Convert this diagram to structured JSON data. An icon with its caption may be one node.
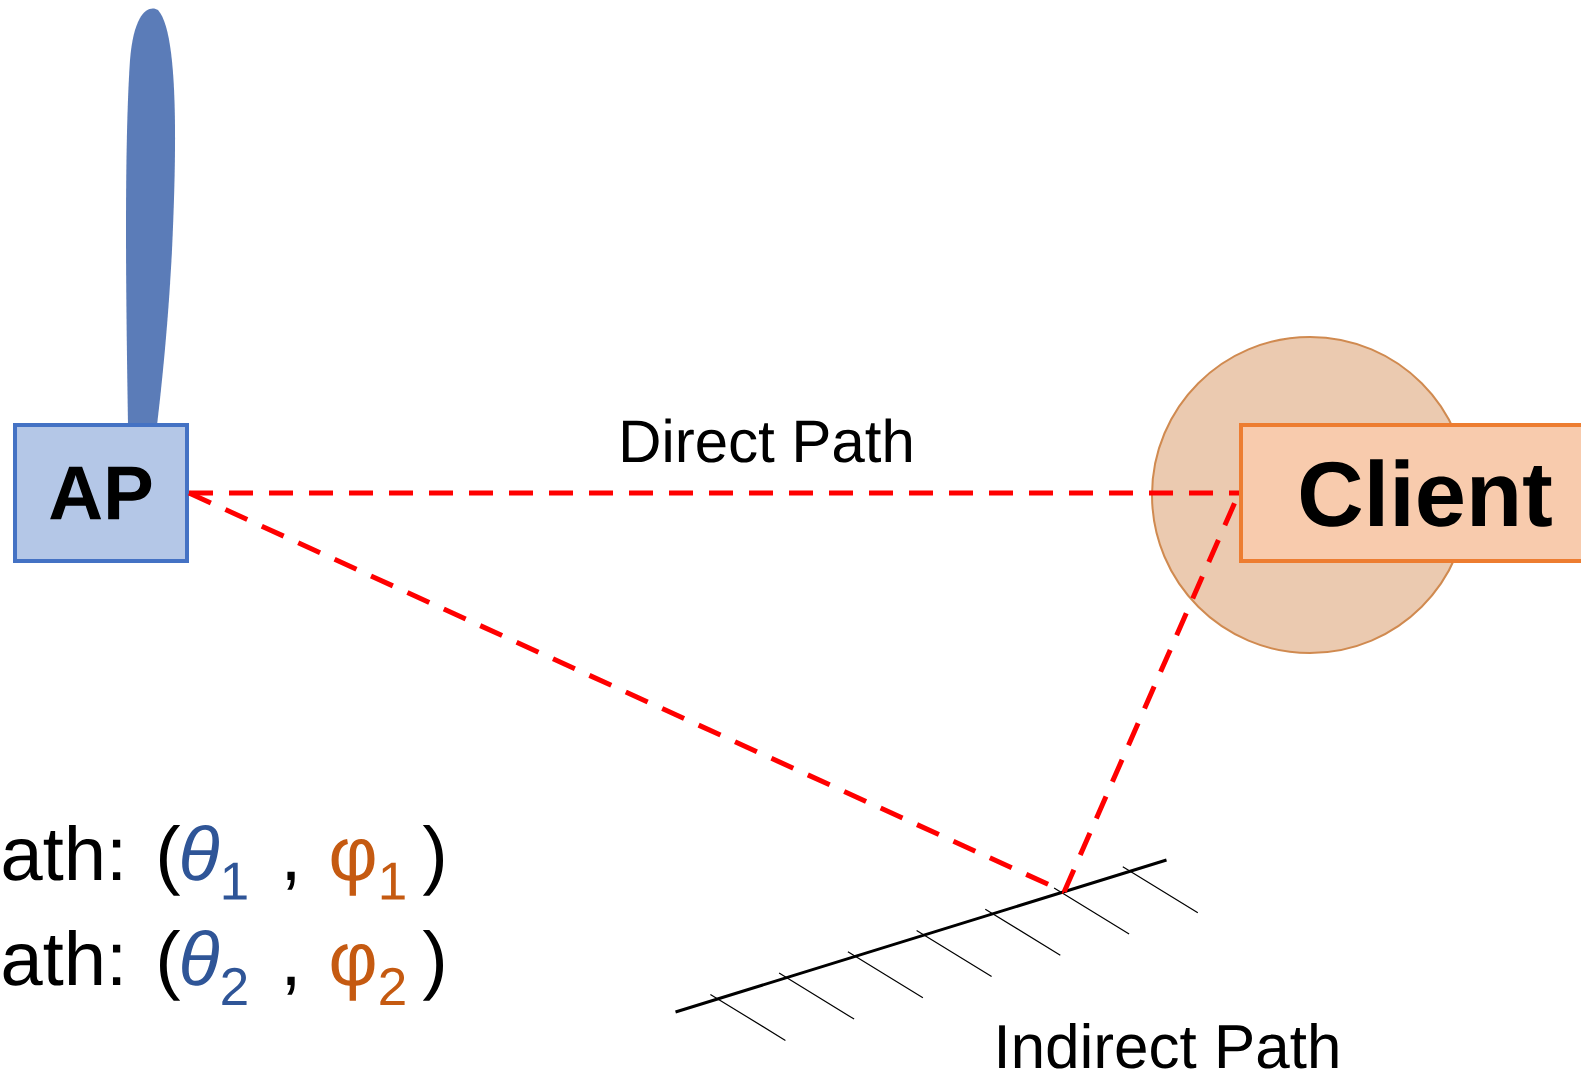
{
  "diagram": {
    "nodes": [
      {
        "text": [
          "AP"
        ]
      },
      {
        "text": [
          "Client"
        ]
      },
      {
        "text": [],
        "shape": "bar"
      }
    ],
    "edges": [
      {
        "from": 0,
        "to": 1,
        "arrow": "none",
        "style": "dashed",
        "label": "Direct Path"
      },
      {
        "from": 0,
        "to": 2,
        "arrow": "none",
        "style": "dashed"
      },
      {
        "from": 2,
        "to": 1,
        "arrow": "none",
        "style": "dashed"
      }
    ],
    "labels": [
      "ath: (",
      "*θ*$_{1}$",
      ",",
      "φ$_{1}$",
      ")",
      "ath: (",
      "*θ*$_{2}$",
      ",",
      "φ$_{2}$",
      ")",
      "Indirect Path"
    ]
  }
}
